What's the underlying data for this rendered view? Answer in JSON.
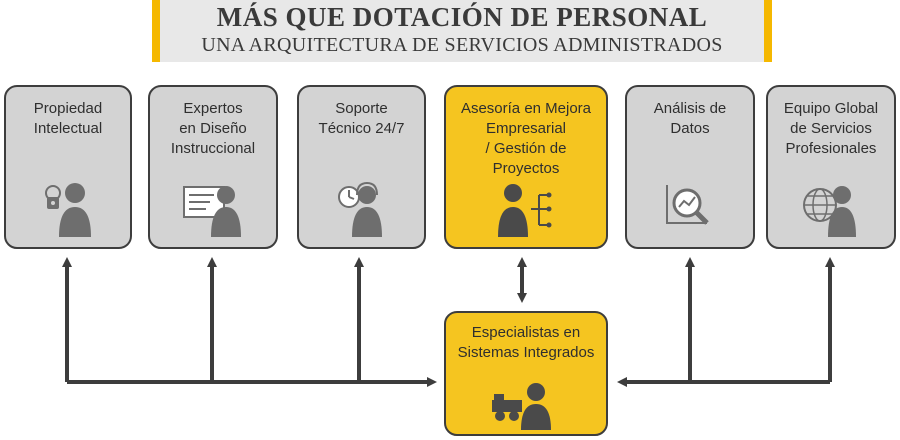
{
  "header": {
    "title": "MÁS QUE DOTACIÓN DE PERSONAL",
    "subtitle": "UNA ARQUITECTURA DE SERVICIOS ADMINISTRADOS"
  },
  "services": [
    {
      "label": "Propiedad\nIntelectual",
      "icon": "lock-person-icon",
      "highlight": false
    },
    {
      "label": "Expertos\nen Diseño\nInstruccional",
      "icon": "document-person-icon",
      "highlight": false
    },
    {
      "label": "Soporte\nTécnico 24/7",
      "icon": "clock-headset-person-icon",
      "highlight": false
    },
    {
      "label": "Asesoría en Mejora\nEmpresarial\n/ Gestión de\nProyectos",
      "icon": "hierarchy-person-icon",
      "highlight": true
    },
    {
      "label": "Análisis de\nDatos",
      "icon": "magnifier-chart-icon",
      "highlight": false
    },
    {
      "label": "Equipo Global\nde Servicios\nProfesionales",
      "icon": "globe-person-icon",
      "highlight": false
    }
  ],
  "center": {
    "label": "Especialistas en\nSistemas Integrados",
    "icon": "systems-person-icon"
  },
  "colors": {
    "accent_yellow": "#f5c520",
    "box_gray": "#d3d3d3",
    "line_dark": "#3d3d3d",
    "icon_gray": "#6e6e6e"
  }
}
